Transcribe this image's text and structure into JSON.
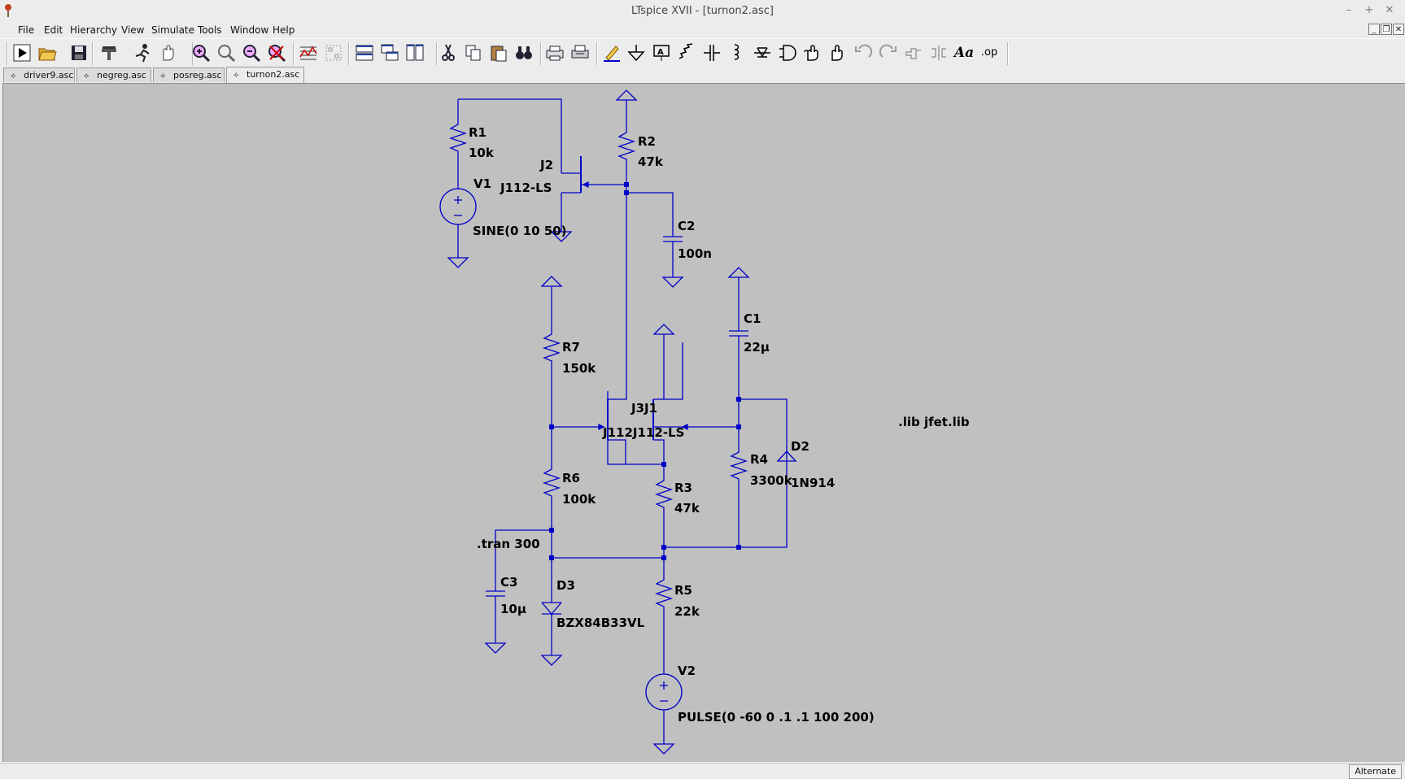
{
  "window": {
    "title": "LTspice XVII - [turnon2.asc]"
  },
  "menu": [
    "File",
    "Edit",
    "Hierarchy",
    "View",
    "Simulate",
    "Tools",
    "Window",
    "Help"
  ],
  "tabs": [
    "driver9.asc",
    "negreg.asc",
    "posreg.asc",
    "turnon2.asc"
  ],
  "active_tab": "turnon2.asc",
  "toolbar": {
    "buttons": [
      "run-icon",
      "open-icon",
      "save-icon",
      "control-panel-icon",
      "run-pause-icon",
      "halt-icon",
      "zoom-in-icon",
      "zoom-pan-icon",
      "zoom-out-icon",
      "zoom-fit-icon",
      "autorange-icon",
      "waveform-icon",
      "tile-horizontal-icon",
      "cascade-icon",
      "tile-vertical-icon",
      "cut-icon",
      "copy-icon",
      "paste-icon",
      "find-icon",
      "print-icon",
      "print-setup-icon",
      "wire-icon",
      "ground-icon",
      "label-net-icon",
      "resistor-icon",
      "capacitor-icon",
      "inductor-icon",
      "diode-icon",
      "component-icon",
      "move-icon",
      "drag-icon",
      "undo-icon",
      "redo-icon",
      "rotate-icon",
      "mirror-icon",
      "text-icon",
      "spice-directive-icon"
    ],
    "text_icon_glyph": "Aa",
    "op_glyph": ".op"
  },
  "schematic": {
    "components": [
      {
        "ref": "R1",
        "value": "10k"
      },
      {
        "ref": "R2",
        "value": "47k"
      },
      {
        "ref": "R3",
        "value": "47k"
      },
      {
        "ref": "R4",
        "value": "3300k"
      },
      {
        "ref": "R5",
        "value": "22k"
      },
      {
        "ref": "R6",
        "value": "100k"
      },
      {
        "ref": "R7",
        "value": "150k"
      },
      {
        "ref": "C1",
        "value": "22µ"
      },
      {
        "ref": "C2",
        "value": "100n"
      },
      {
        "ref": "C3",
        "value": "10µ"
      },
      {
        "ref": "D2",
        "value": "1N914"
      },
      {
        "ref": "D3",
        "value": "BZX84B33VL"
      },
      {
        "ref": "J2",
        "value": "J112-LS"
      },
      {
        "ref": "V1",
        "value": "SINE(0 10 50)"
      },
      {
        "ref": "V2",
        "value": "PULSE(0 -60 0 .1 .1 100 200)"
      }
    ],
    "overlap_jfets": {
      "refs": "J3J1",
      "values": "J112J112-LS"
    },
    "directives": [
      ".lib jfet.lib",
      ".tran 300"
    ],
    "wire_color": "#0000c8",
    "canvas_color": "#c0c0c0"
  },
  "status": {
    "mode": "Alternate"
  }
}
